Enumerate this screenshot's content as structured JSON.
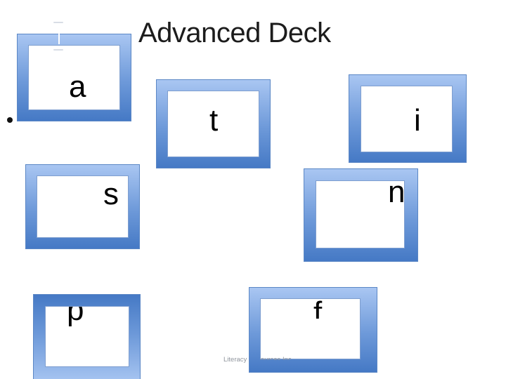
{
  "slide": {
    "title": "Advanced Deck",
    "bullet_glyph": "•",
    "footer_text": "Literacy Resources Inc"
  },
  "cards": [
    {
      "letter": "a"
    },
    {
      "letter": "t"
    },
    {
      "letter": "i"
    },
    {
      "letter": "s"
    },
    {
      "letter": "n"
    },
    {
      "letter": "p"
    },
    {
      "letter": "f"
    }
  ],
  "colors": {
    "frame_gradient_top": "#a9c6f2",
    "frame_gradient_bottom": "#4579c5",
    "frame_outline": "#5b87c5",
    "inner_outline": "#7e9ecf",
    "title_color": "#1c1c1c",
    "letter_color": "#000000",
    "footer_color": "#8f959d"
  }
}
